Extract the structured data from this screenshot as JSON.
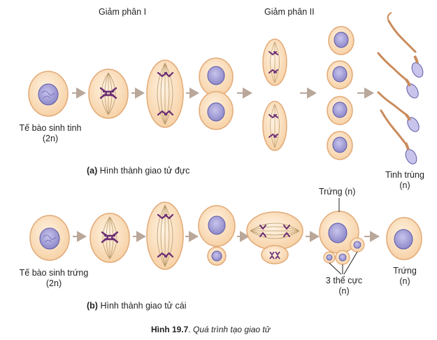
{
  "headings": {
    "meiosis_1": "Giảm phân I",
    "meiosis_2": "Giảm phân II"
  },
  "row_a": {
    "start_label_line1": "Tế bào sinh tinh",
    "start_label_line2": "(2n)",
    "caption_tag": "(a)",
    "caption_text": "Hình thành giao tử  đực",
    "end_label_line1": "Tinh trùng",
    "end_label_line2": "(n)"
  },
  "row_b": {
    "start_label_line1": "Tế bào sinh trứng",
    "start_label_line2": "(2n)",
    "caption_tag": "(b)",
    "caption_text": "Hình thành giao tử cái",
    "egg_top_label": "Trứng (n)",
    "polar_label_line1": "3 thể cực",
    "polar_label_line2": "(n)",
    "end_label_line1": "Trứng",
    "end_label_line2": "(n)"
  },
  "figure_caption": {
    "number": "Hình 19.7",
    "title": "Quá trình tạo giao tử"
  },
  "colors": {
    "cell_fill": "#fbe3c6",
    "cell_stroke": "#e2a976",
    "nucleus_fill": "#aaa6da",
    "nucleus_stroke": "#5d5aa6",
    "chromosome": "#6a2c73",
    "spindle": "#b89a6c",
    "arrow": "#b9a79a",
    "sperm_tail": "#c98b5c",
    "text": "#231f20"
  }
}
